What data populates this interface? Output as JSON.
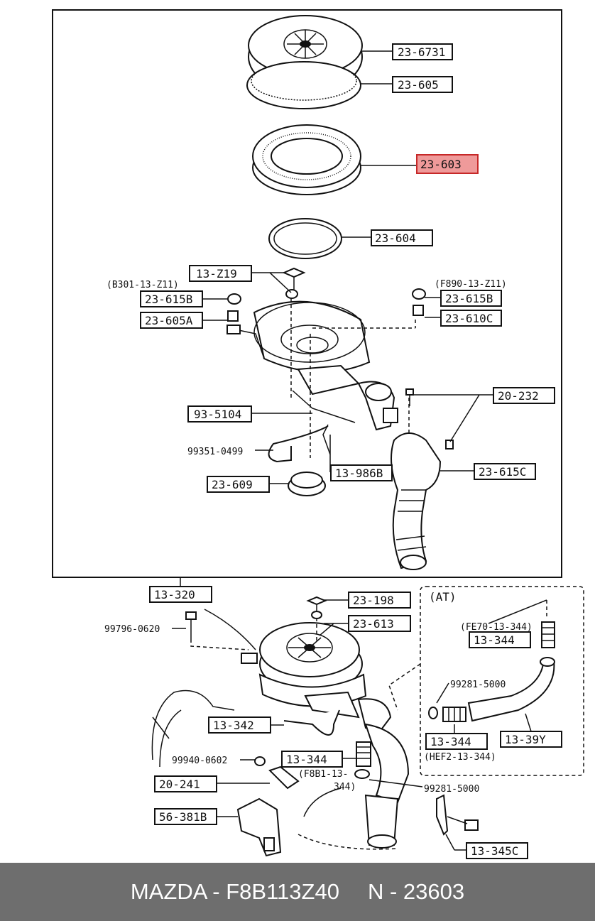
{
  "diagram": {
    "upper_labels": {
      "p236731": "23-6731",
      "p23605": "23-605",
      "p23603": "23-603",
      "p23604": "23-604",
      "p13z19": "13-Z19",
      "ref_b301": "(B301-13-Z11)",
      "ref_f890": "(F890-13-Z11)",
      "p23615b_left": "23-615B",
      "p23615b_right": "23-615B",
      "p23605a": "23-605A",
      "p23610c": "23-610C",
      "p20232": "20-232",
      "p935104": "93-5104",
      "p99351": "99351-0499",
      "p13986b": "13-986B",
      "p23609": "23-609",
      "p23615c": "23-615C"
    },
    "lower_labels": {
      "p13320": "13-320",
      "p23198": "23-198",
      "p23613": "23-613",
      "p99796": "99796-0620",
      "p13342": "13-342",
      "p13344": "13-344",
      "p99940": "99940-0602",
      "ref_f8b1_a": "(F8B1-13-",
      "ref_f8b1_b": "344)",
      "p20241": "20-241",
      "p99281_b": "99281-5000",
      "p56381b": "56-381B",
      "p13345c": "13-345C"
    },
    "at_labels": {
      "title": "(AT)",
      "ref_fe70": "(FE70-13-344)",
      "p13344_top": "13-344",
      "p99281": "99281-5000",
      "p13344_bottom": "13-344",
      "p1339y": "13-39Y",
      "ref_hef2": "(HEF2-13-344)"
    },
    "highlight_color": "#ef9a9a"
  },
  "footer": {
    "brand_part": "MAZDA - F8B113Z40",
    "ref_no": "N - 23603"
  }
}
